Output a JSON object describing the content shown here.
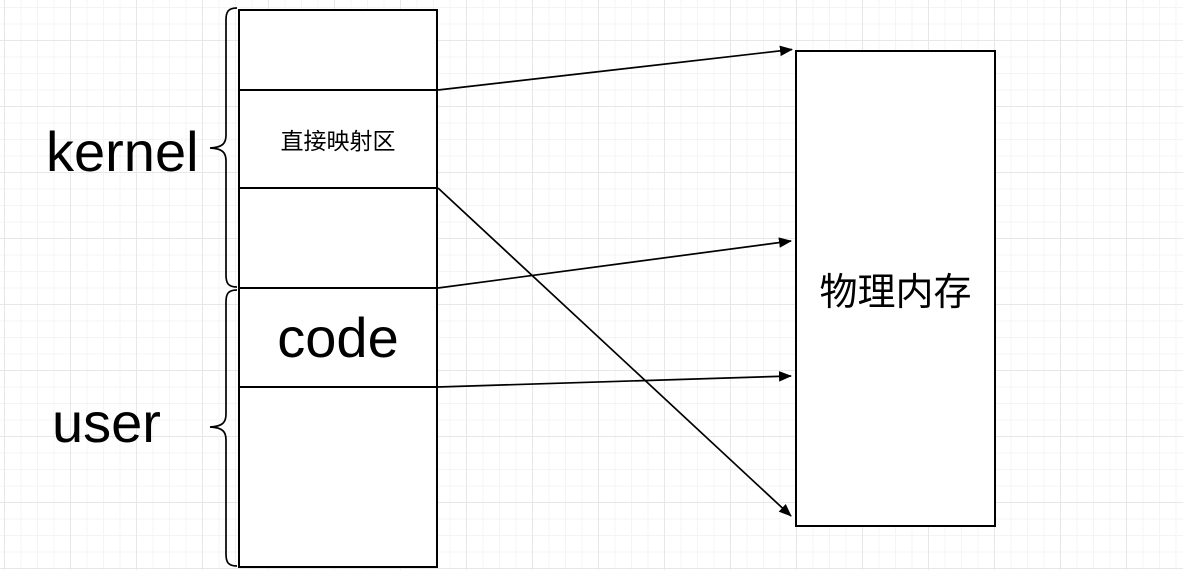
{
  "diagram": {
    "type": "memory-mapping-diagram",
    "colors": {
      "stroke": "#000000",
      "text": "#000000",
      "background": "#ffffff",
      "grid_minor": "#f4f4f7",
      "grid_major": "#e7e7ea"
    },
    "region_labels": {
      "kernel": "kernel",
      "user": "user"
    },
    "virtual_memory_box": {
      "segments": [
        {
          "label": ""
        },
        {
          "label": "直接映射区"
        },
        {
          "label": ""
        },
        {
          "label": "code"
        },
        {
          "label": ""
        }
      ]
    },
    "physical_memory_box": {
      "label": "物理内存"
    },
    "arrows": [
      {
        "from": "boundary above 直接映射区",
        "to": "top-left corner of 物理内存"
      },
      {
        "from": "boundary below 直接映射区",
        "to": "bottom-left corner of 物理内存"
      },
      {
        "from": "boundary above code",
        "to": "upper-middle of 物理内存 left edge"
      },
      {
        "from": "boundary below code",
        "to": "middle of 物理内存 left edge"
      }
    ]
  }
}
